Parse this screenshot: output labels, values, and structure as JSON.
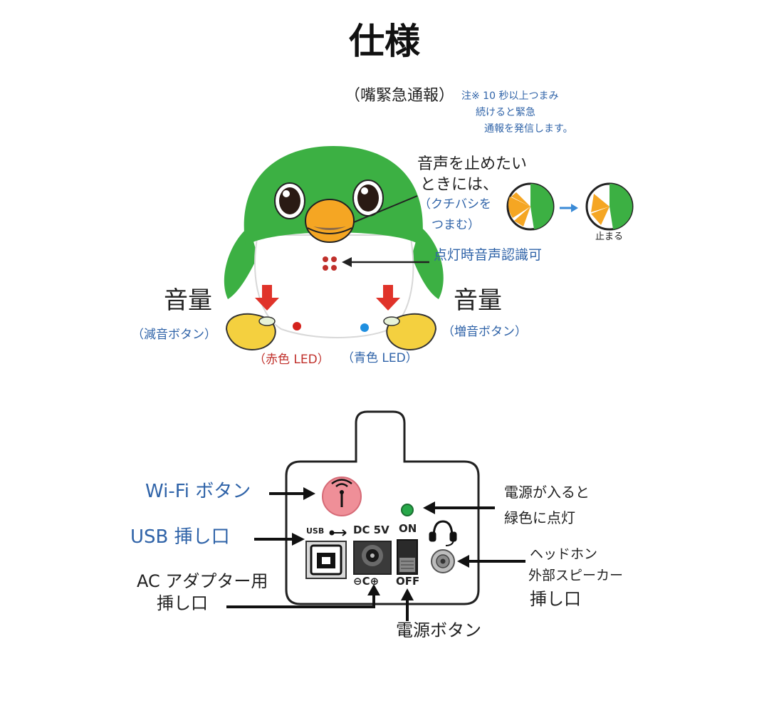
{
  "title": "仕様",
  "top": {
    "emergency_label": "（嘴緊急通報）",
    "emergency_note": [
      "注※ 10 秒以上つまみ",
      "続けると緊急",
      "通報を発信します。"
    ],
    "stop_voice": [
      "音声を止めたい",
      "ときには、"
    ],
    "stop_voice_how": [
      "（クチバシを",
      "つまむ）"
    ],
    "stopped_label": "止まる",
    "voice_recognition": "点灯時音声認識可",
    "volume_left": "音量",
    "volume_left_sub": "（減音ボタン）",
    "volume_right": "音量",
    "volume_right_sub": "（増音ボタン）",
    "red_led": "（赤色 LED）",
    "blue_led": "（青色 LED）"
  },
  "panel": {
    "wifi_button": "Wi-Fi ボタン",
    "usb_port": "USB 挿し口",
    "ac_adapter": [
      "AC アダプター用",
      "挿し口"
    ],
    "power_on_note": [
      "電源が入ると",
      "緑色に点灯"
    ],
    "headphone": [
      "ヘッドホン",
      "外部スピーカー",
      "挿し口"
    ],
    "power_button": "電源ボタン",
    "usb_text": "USB",
    "dc_text": "DC 5V",
    "on_text": "ON",
    "off_text": "OFF"
  },
  "colors": {
    "penguin_green": "#3cb043",
    "beak_orange": "#f5a623",
    "arrow_red": "#e0332a",
    "wifi_pink": "#ef8f98",
    "led_green": "#28a84a",
    "label_blue": "#2f63a8"
  }
}
